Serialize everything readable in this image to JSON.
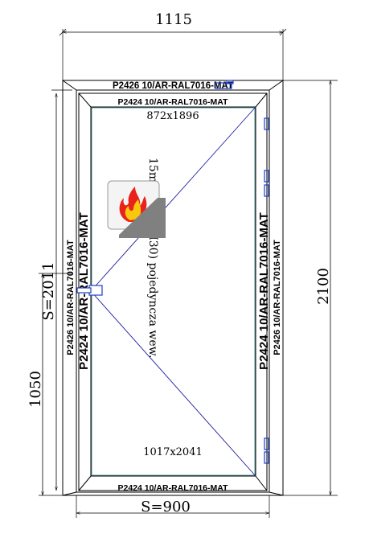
{
  "dimensions": {
    "overall_width": "1115",
    "overall_height": "2100",
    "sash_height": "S=2011",
    "handle_height": "1050",
    "sash_width": "S=900"
  },
  "profiles": {
    "frame_top": "P2426 10/AR-RAL7016-MAT",
    "sash_top": "P2424 10/AR-RAL7016-MAT",
    "sash_bottom": "P2424 10/AR-RAL7016-MAT",
    "frame_left": "P2426 10/AR-RAL7016-MAT",
    "sash_left": "P2424 10/AR-RAL7016-MAT",
    "sash_right": "P2424 10/AR-RAL7016-MAT",
    "frame_right": "P2426 10/AR-RAL7016-MAT"
  },
  "glazing": {
    "glass_size": "872x1896",
    "sash_size": "1017x2041",
    "description": "15mm LAM EI30) pojedyncza wew."
  },
  "colors": {
    "frame_line": "#000000",
    "glass_line": "#1a1aa0",
    "hardware": "#1a3cc8",
    "fire_badge": "#808080"
  },
  "icons": [
    "fire-rating-icon"
  ]
}
